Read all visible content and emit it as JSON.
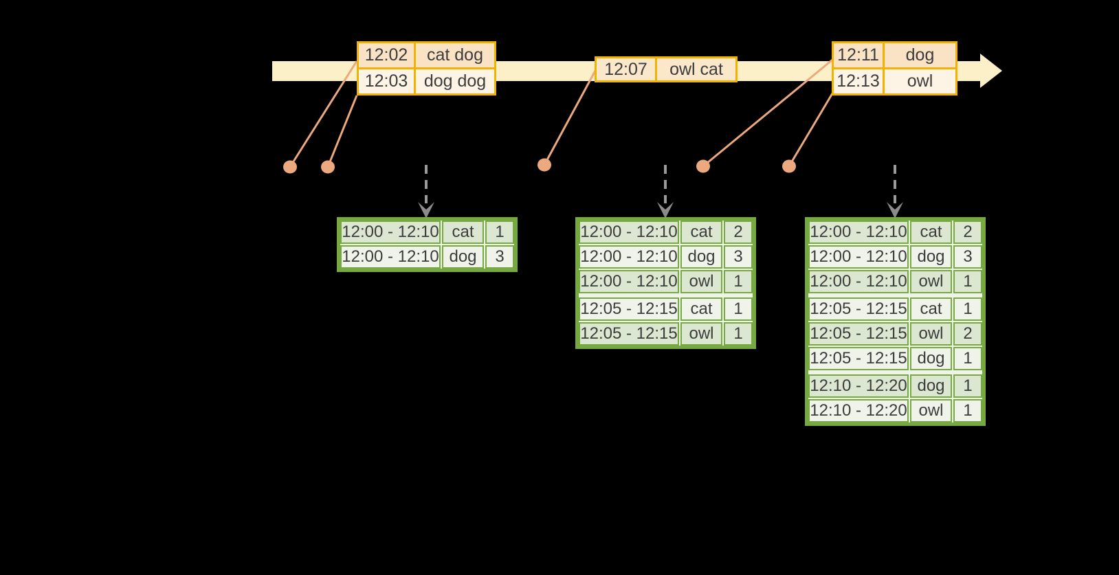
{
  "diagram": {
    "kind": "streaming-windowed-word-count",
    "background": "#000000"
  },
  "colors": {
    "timeline_band": "#FCF0C8",
    "event_table_border": "#F2B202",
    "event_row_peach": "#FAE3C4",
    "event_row_cream": "#FDF4E6",
    "event_row_lightpeach": "#FBE7C9",
    "connector_salmon": "#ECA97F",
    "trigger_arrow_gray": "#9A9A9A",
    "result_table_border": "#76A93F",
    "result_row_sage": "#DCE7D1",
    "result_row_light": "#F0F3EA",
    "text": "#3C3C3C"
  },
  "event_tables": [
    {
      "rows": [
        {
          "time": "12:02",
          "words": "cat dog"
        },
        {
          "time": "12:03",
          "words": "dog dog"
        }
      ]
    },
    {
      "rows": [
        {
          "time": "12:07",
          "words": "owl cat"
        }
      ]
    },
    {
      "rows": [
        {
          "time": "12:11",
          "words": "dog"
        },
        {
          "time": "12:13",
          "words": "owl"
        }
      ]
    }
  ],
  "result_tables": [
    {
      "rows": [
        {
          "window": "12:00 - 12:10",
          "word": "cat",
          "count": "1"
        },
        {
          "window": "12:00 - 12:10",
          "word": "dog",
          "count": "3"
        }
      ]
    },
    {
      "rows": [
        {
          "window": "12:00 - 12:10",
          "word": "cat",
          "count": "2"
        },
        {
          "window": "12:00 - 12:10",
          "word": "dog",
          "count": "3"
        },
        {
          "window": "12:00 - 12:10",
          "word": "owl",
          "count": "1"
        },
        {
          "window": "12:05 - 12:15",
          "word": "cat",
          "count": "1"
        },
        {
          "window": "12:05 - 12:15",
          "word": "owl",
          "count": "1"
        }
      ]
    },
    {
      "rows": [
        {
          "window": "12:00 - 12:10",
          "word": "cat",
          "count": "2"
        },
        {
          "window": "12:00 - 12:10",
          "word": "dog",
          "count": "3"
        },
        {
          "window": "12:00 - 12:10",
          "word": "owl",
          "count": "1"
        },
        {
          "window": "12:05 - 12:15",
          "word": "cat",
          "count": "1"
        },
        {
          "window": "12:05 - 12:15",
          "word": "owl",
          "count": "2"
        },
        {
          "window": "12:05 - 12:15",
          "word": "dog",
          "count": "1"
        },
        {
          "window": "12:10 - 12:20",
          "word": "dog",
          "count": "1"
        },
        {
          "window": "12:10 - 12:20",
          "word": "owl",
          "count": "1"
        }
      ]
    }
  ]
}
